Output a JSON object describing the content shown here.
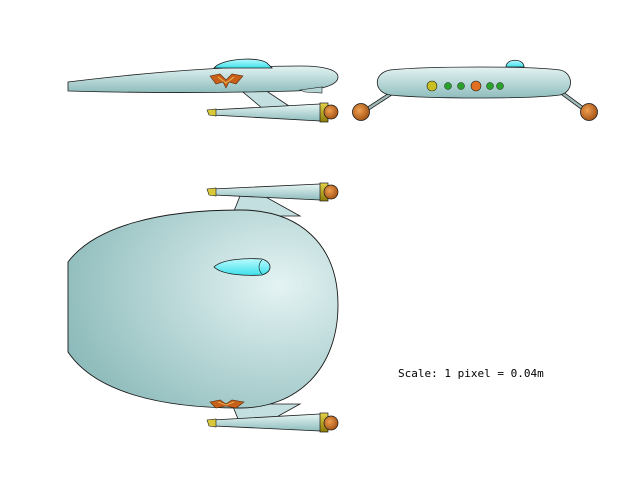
{
  "caption": {
    "scale_text": "Scale: 1 pixel = 0.04m"
  },
  "colors": {
    "hull_light": "#e4f3f3",
    "hull_mid": "#a9d0d0",
    "hull_dark": "#7fb1b1",
    "hull_top_light": "#d9eeee",
    "hull_top_dark": "#8ebcbc",
    "canopy": "#66f0f5",
    "nacelle_cap": "#b8a20c",
    "nacelle_tip": "#c9661a",
    "emblem": "#c8601a",
    "outline": "#1a1a1a",
    "strut": "#8ea4a4",
    "light_yellow": "#c8c020",
    "light_green": "#2aa12a",
    "light_orange": "#e07020",
    "background": "#ffffff"
  },
  "views": {
    "side": "side-view",
    "front": "front-view",
    "top": "top-view"
  }
}
